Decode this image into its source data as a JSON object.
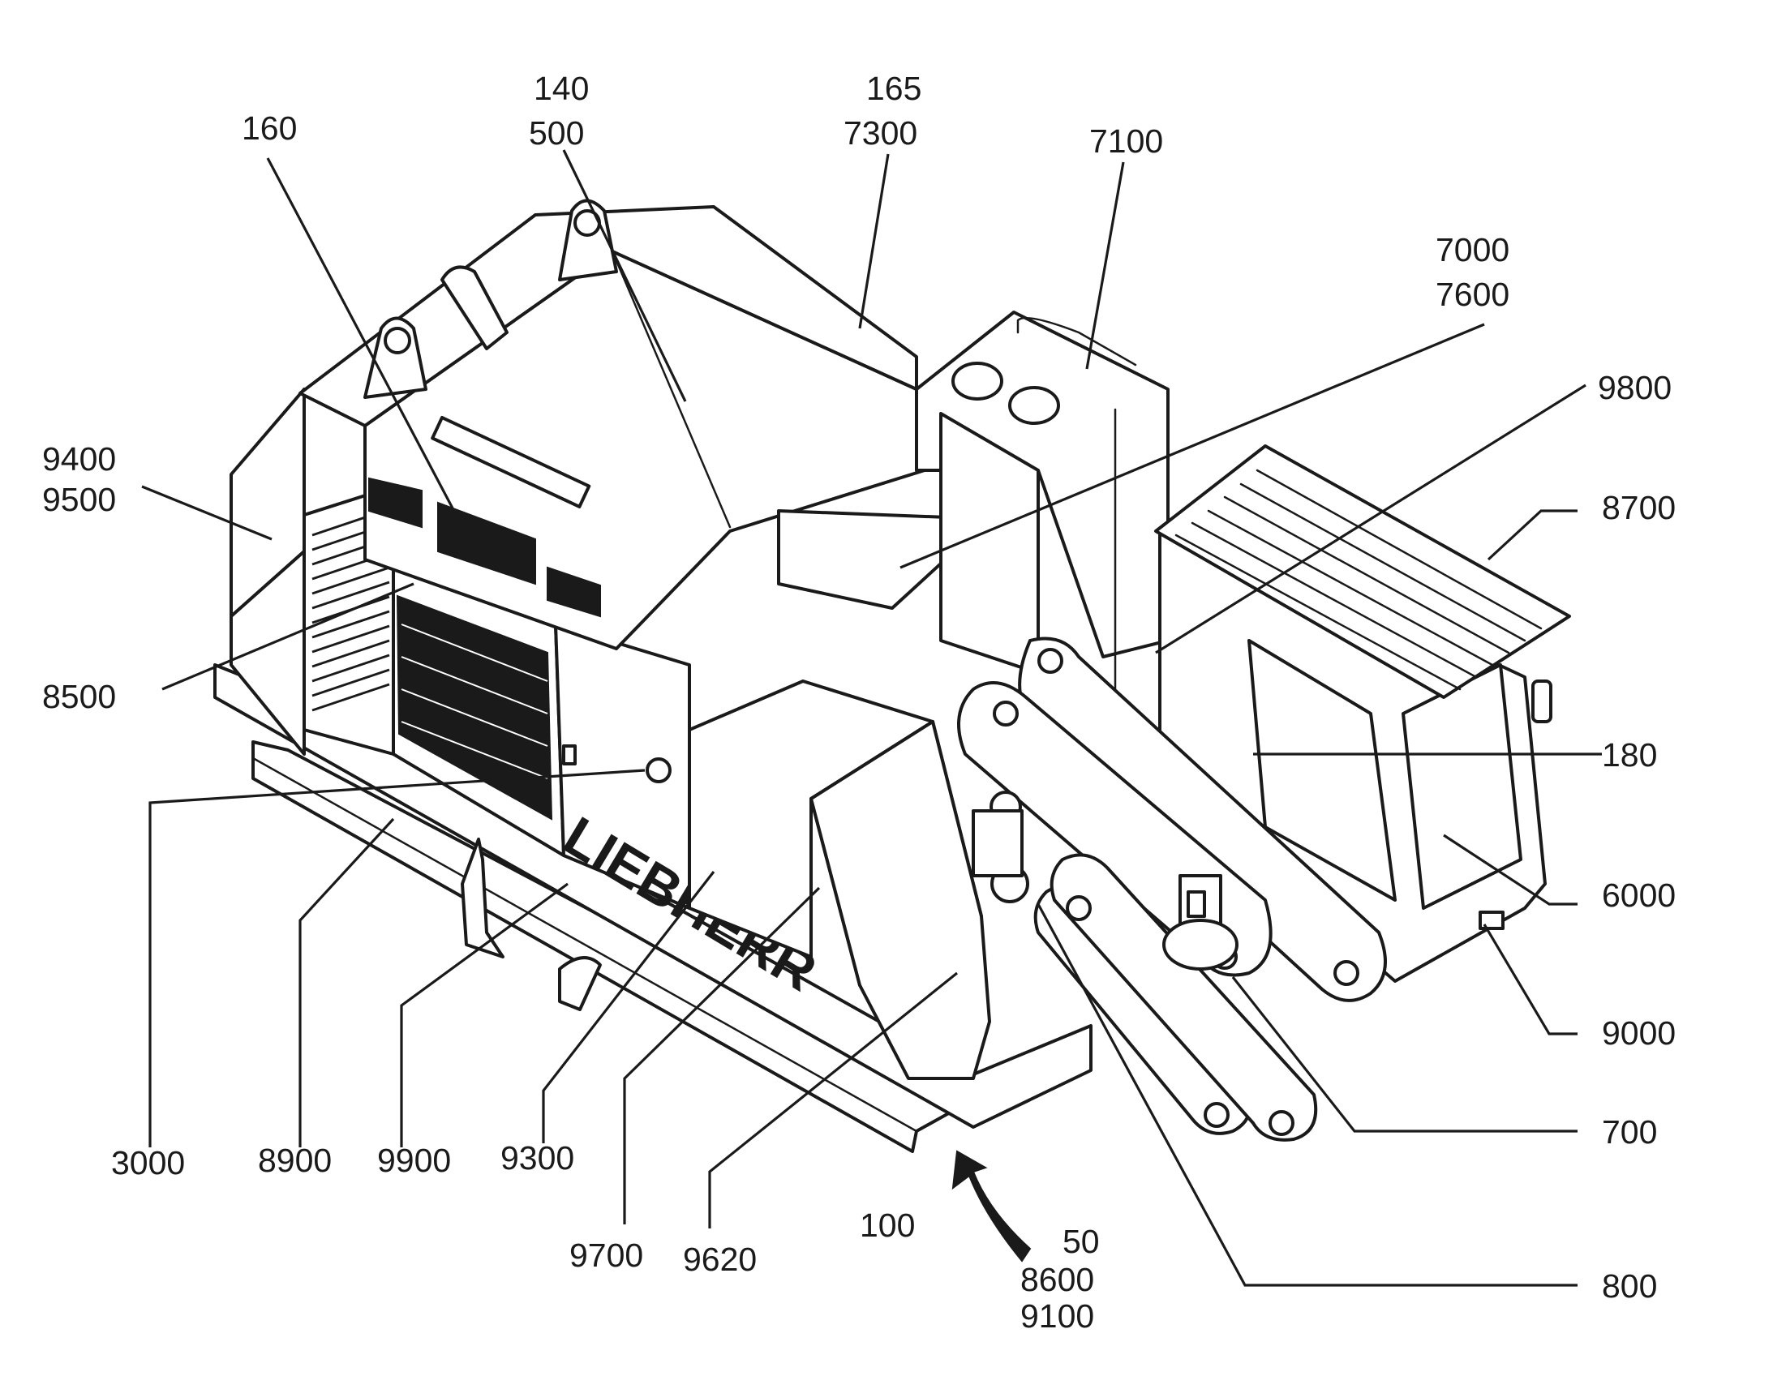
{
  "figure": {
    "name": "machine-perspective-drawing",
    "brand_text": "LIEBHERR",
    "line_color": "#1a1a1a",
    "background": "#ffffff"
  },
  "labels": [
    {
      "id": "l160",
      "lines": [
        "160"
      ]
    },
    {
      "id": "l140",
      "lines": [
        "140",
        "500"
      ]
    },
    {
      "id": "l165",
      "lines": [
        "165",
        "7300"
      ]
    },
    {
      "id": "l7100",
      "lines": [
        "7100"
      ]
    },
    {
      "id": "l7000",
      "lines": [
        "7000",
        "7600"
      ]
    },
    {
      "id": "l9800",
      "lines": [
        "9800"
      ]
    },
    {
      "id": "l8700",
      "lines": [
        "8700"
      ]
    },
    {
      "id": "l9400",
      "lines": [
        "9400",
        "9500"
      ]
    },
    {
      "id": "l8500",
      "lines": [
        "8500"
      ]
    },
    {
      "id": "l180",
      "lines": [
        "180"
      ]
    },
    {
      "id": "l6000",
      "lines": [
        "6000"
      ]
    },
    {
      "id": "l9000",
      "lines": [
        "9000"
      ]
    },
    {
      "id": "l700",
      "lines": [
        "700"
      ]
    },
    {
      "id": "l800",
      "lines": [
        "800"
      ]
    },
    {
      "id": "l3000",
      "lines": [
        "3000"
      ]
    },
    {
      "id": "l8900",
      "lines": [
        "8900"
      ]
    },
    {
      "id": "l9900",
      "lines": [
        "9900"
      ]
    },
    {
      "id": "l9300",
      "lines": [
        "9300"
      ]
    },
    {
      "id": "l9700",
      "lines": [
        "9700"
      ]
    },
    {
      "id": "l9620",
      "lines": [
        "9620"
      ]
    },
    {
      "id": "l100",
      "lines": [
        "100"
      ]
    },
    {
      "id": "l50",
      "lines": [
        "50",
        "8600",
        "9100"
      ]
    }
  ]
}
